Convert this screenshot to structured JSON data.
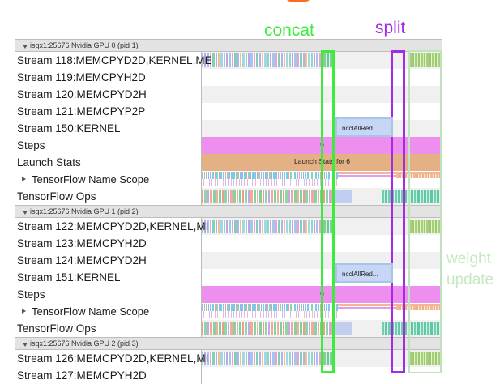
{
  "annotations": [
    {
      "id": "concat",
      "label": "concat",
      "color": "#3dea3d"
    },
    {
      "id": "split",
      "label": "split",
      "color": "#a32be8"
    },
    {
      "id": "nccl",
      "label": "nccl",
      "color": "#5b7fd4"
    },
    {
      "id": "weight_update",
      "label": "weight\nupdate",
      "line1": "weight",
      "line2": "update",
      "color": "#c6e8c0"
    }
  ],
  "nccl_box": {
    "label": "ncclAllRed..."
  },
  "groups": [
    {
      "header": "isqx1:25676 Nvidia GPU 0 (pid 1)",
      "expanded": true,
      "rows": [
        {
          "label": "Stream 118:MEMCPYD2D,KERNEL,ME",
          "kind": "stream-dense",
          "indent": false
        },
        {
          "label": "Stream 119:MEMCPYH2D",
          "kind": "empty",
          "indent": false
        },
        {
          "label": "Stream 120:MEMCPYD2H",
          "kind": "empty",
          "indent": false
        },
        {
          "label": "Stream 121:MEMCPYP2P",
          "kind": "empty",
          "indent": false
        },
        {
          "label": "Stream 150:KERNEL",
          "kind": "nccl",
          "indent": false
        },
        {
          "label": "Steps",
          "kind": "steps",
          "indent": false,
          "bar_label": "6"
        },
        {
          "label": "Launch Stats",
          "kind": "launch",
          "indent": false,
          "bar_label": "Launch Stats for 6"
        },
        {
          "label": "TensorFlow Name Scope",
          "kind": "namescope",
          "indent": true,
          "collapsed": true
        },
        {
          "label": "TensorFlow Ops",
          "kind": "ops",
          "indent": false
        }
      ]
    },
    {
      "header": "isqx1:25676 Nvidia GPU 1 (pid 2)",
      "expanded": true,
      "rows": [
        {
          "label": "Stream 122:MEMCPYD2D,KERNEL,MI",
          "kind": "stream-dense",
          "indent": false
        },
        {
          "label": "Stream 123:MEMCPYH2D",
          "kind": "empty",
          "indent": false
        },
        {
          "label": "Stream 124:MEMCPYD2H",
          "kind": "empty",
          "indent": false
        },
        {
          "label": "Stream 151:KERNEL",
          "kind": "nccl",
          "indent": false
        },
        {
          "label": "Steps",
          "kind": "steps",
          "indent": false,
          "bar_label": "6"
        },
        {
          "label": "TensorFlow Name Scope",
          "kind": "namescope",
          "indent": true,
          "collapsed": true
        },
        {
          "label": "TensorFlow Ops",
          "kind": "ops",
          "indent": false
        }
      ]
    },
    {
      "header": "isqx1:25676 Nvidia GPU 2 (pid 3)",
      "expanded": true,
      "rows": [
        {
          "label": "Stream 126:MEMCPYD2D,KERNEL,MI",
          "kind": "stream-dense",
          "indent": false
        },
        {
          "label": "Stream 127:MEMCPYH2D",
          "kind": "empty",
          "indent": false
        }
      ]
    }
  ]
}
